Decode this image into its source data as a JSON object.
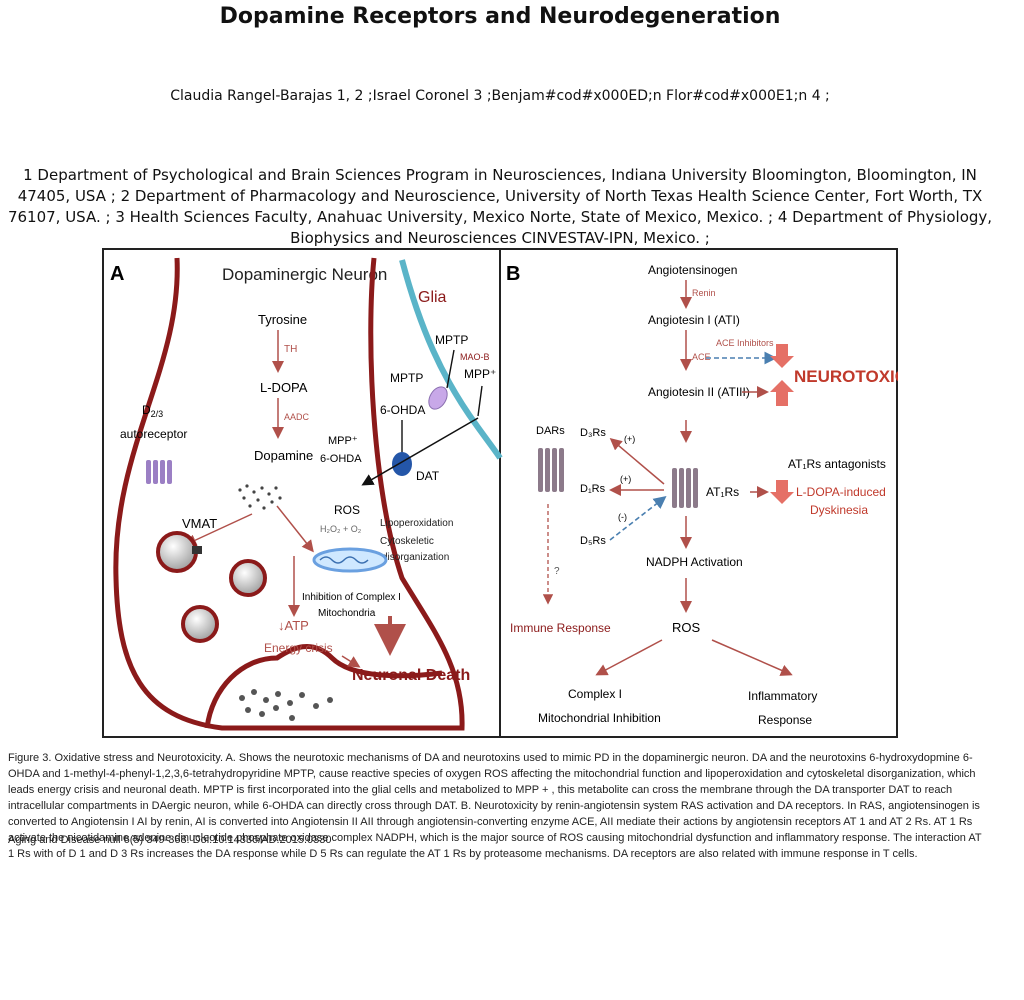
{
  "title": "Dopamine Receptors and Neurodegeneration",
  "authors": "Claudia Rangel-Barajas 1, 2  ;Israel Coronel 3 ;Benjam#cod#x000ED;n Flor#cod#x000E1;n 4 ;",
  "affiliations": "1 Department of Psychological and Brain Sciences Program in Neurosciences, Indiana University Bloomington, Bloomington, IN 47405, USA ; 2 Department of Pharmacology and Neuroscience, University of North Texas Health Science Center, Fort Worth, TX 76107, USA. ; 3 Health Sciences Faculty, Anahuac University, Mexico Norte, State of Mexico, Mexico. ; 4 Department of Physiology, Biophysics and Neurosciences CINVESTAV-IPN, Mexico. ;",
  "figure": {
    "panel_a": {
      "letter": "A",
      "title": "Dopaminergic Neuron",
      "glia": "Glia",
      "tyrosine": "Tyrosine",
      "th": "TH",
      "ldopa": "L-DOPA",
      "aadc": "AADC",
      "dopamine": "Dopamine",
      "d23_main": "D",
      "d23_sub": "2/3",
      "autoreceptor": "autoreceptor",
      "vmat": "VMAT",
      "mpp_ohda_1": "MPP⁺",
      "mpp_ohda_2": "6-OHDA",
      "ros": "ROS",
      "h2o2": "H₂O₂ + O₂",
      "lipo": "Lipoperoxidation",
      "cyto1": "Cytoskeletic",
      "cyto2": "disorganization",
      "mptp_top": "MPTP",
      "maob": "MAO-B",
      "mpp_plus": "MPP⁺",
      "mptp_left": "MPTP",
      "ohda": "6-OHDA",
      "dat": "DAT",
      "inhib1": "Inhibition of Complex I",
      "inhib2": "Mitochondria",
      "atp": "↓ATP",
      "energy": "Energy crisis",
      "death": "Neuronal Death"
    },
    "panel_b": {
      "letter": "B",
      "angiotensinogen": "Angiotensinogen",
      "renin": "Renin",
      "ati": "Angiotesin I (ATI)",
      "ace": "ACE",
      "ace_inhib": "ACE Inhibitors",
      "neurotox": "NEUROTOXICITY",
      "atii": "Angiotesin II (ATIII)",
      "dars": "DARs",
      "d3rs": "D₃Rs",
      "d1rs": "D₁Rs",
      "d5rs": "D₅Rs",
      "plus1": "(+)",
      "plus2": "(+)",
      "minus": "(-)",
      "at1rs": "AT₁Rs",
      "antag": "AT₁Rs antagonists",
      "ldopa1": "L-DOPA-induced",
      "ldopa2": "Dyskinesia",
      "q": "?",
      "nadph": "NADPH Activation",
      "immune": "Immune Response",
      "ros": "ROS",
      "complex1": "Complex I",
      "complex2": "Mitochondrial Inhibition",
      "inflam1": "Inflammatory",
      "inflam2": "Response"
    }
  },
  "caption": "Figure 3.   Oxidative stress and Neurotoxicity. A. Shows the neurotoxic mechanisms of DA and neurotoxins used to mimic PD in the dopaminergic neuron. DA and the neurotoxins 6-hydroxydopmine 6-OHDA and 1-methyl-4-phenyl-1,2,3,6-tetrahydropyridine MPTP, cause reactive species of oxygen ROS affecting the mitochondrial function and lipoperoxidation and cytoskeletal disorganization, which leads energy crisis and neuronal death. MPTP is first incorporated into the glial cells and metabolized to MPP + , this metabolite can cross the membrane through the DA transporter DAT to reach intracellular compartments in DAergic neuron, while 6-OHDA can directly cross through DAT. B. Neurotoxicity by renin-angiotensin system RAS activation and DA receptors. In RAS, angiotensinogen is converted to Angiotensin I AI by renin, AI is converted into Angiotensin II AII through angiotensin-converting enzyme ACE, AII mediate their actions by angiotensin receptors AT 1  and AT 2 Rs. AT 1 Rs activate the nicotidamine adenine dinucleotide phosphate oxidase complex NADPH, which is the major source of ROS causing mitochondrial dysfunction and inflammatory response. The interaction AT 1 Rs with of D 1  and D 3 Rs increases the DA response while D 5 Rs can regulate the AT 1 Rs by proteasome mechanisms. DA receptors are also related with immune response in T cells.",
  "journal": "Aging and Disease null 6(5) 349-368. Doi:10.14336/AD.2015.0330"
}
